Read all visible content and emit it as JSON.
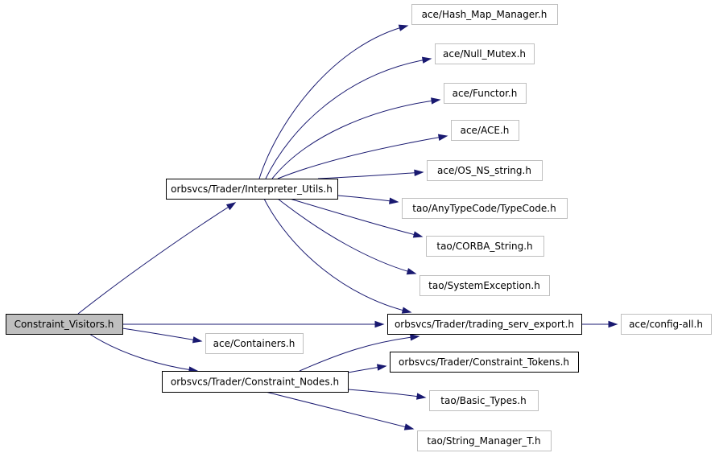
{
  "colors": {
    "edge": "#191970",
    "root_fill": "#bfbfbf",
    "root_border": "#000000",
    "documented_border": "#000000",
    "external_border": "#bfbfbf",
    "node_fill": "#ffffff"
  },
  "nodes": {
    "constraint_visitors": {
      "label": "Constraint_Visitors.h",
      "kind": "root"
    },
    "interpreter_utils": {
      "label": "orbsvcs/Trader/Interpreter_Utils.h",
      "kind": "documented"
    },
    "trading_serv_export": {
      "label": "orbsvcs/Trader/trading_serv_export.h",
      "kind": "documented"
    },
    "constraint_nodes": {
      "label": "orbsvcs/Trader/Constraint_Nodes.h",
      "kind": "documented"
    },
    "constraint_tokens": {
      "label": "orbsvcs/Trader/Constraint_Tokens.h",
      "kind": "documented"
    },
    "hash_map_manager": {
      "label": "ace/Hash_Map_Manager.h",
      "kind": "external"
    },
    "null_mutex": {
      "label": "ace/Null_Mutex.h",
      "kind": "external"
    },
    "functor": {
      "label": "ace/Functor.h",
      "kind": "external"
    },
    "ace_h": {
      "label": "ace/ACE.h",
      "kind": "external"
    },
    "os_ns_string": {
      "label": "ace/OS_NS_string.h",
      "kind": "external"
    },
    "typecode": {
      "label": "tao/AnyTypeCode/TypeCode.h",
      "kind": "external"
    },
    "corba_string": {
      "label": "tao/CORBA_String.h",
      "kind": "external"
    },
    "system_exception": {
      "label": "tao/SystemException.h",
      "kind": "external"
    },
    "config_all": {
      "label": "ace/config-all.h",
      "kind": "external"
    },
    "containers": {
      "label": "ace/Containers.h",
      "kind": "external"
    },
    "basic_types": {
      "label": "tao/Basic_Types.h",
      "kind": "external"
    },
    "string_manager": {
      "label": "tao/String_Manager_T.h",
      "kind": "external"
    }
  },
  "edges": [
    {
      "from": "constraint_visitors",
      "to": "interpreter_utils"
    },
    {
      "from": "constraint_visitors",
      "to": "trading_serv_export"
    },
    {
      "from": "constraint_visitors",
      "to": "containers"
    },
    {
      "from": "constraint_visitors",
      "to": "constraint_nodes"
    },
    {
      "from": "interpreter_utils",
      "to": "hash_map_manager"
    },
    {
      "from": "interpreter_utils",
      "to": "null_mutex"
    },
    {
      "from": "interpreter_utils",
      "to": "functor"
    },
    {
      "from": "interpreter_utils",
      "to": "ace_h"
    },
    {
      "from": "interpreter_utils",
      "to": "os_ns_string"
    },
    {
      "from": "interpreter_utils",
      "to": "typecode"
    },
    {
      "from": "interpreter_utils",
      "to": "corba_string"
    },
    {
      "from": "interpreter_utils",
      "to": "system_exception"
    },
    {
      "from": "interpreter_utils",
      "to": "trading_serv_export"
    },
    {
      "from": "trading_serv_export",
      "to": "config_all"
    },
    {
      "from": "constraint_nodes",
      "to": "trading_serv_export"
    },
    {
      "from": "constraint_nodes",
      "to": "constraint_tokens"
    },
    {
      "from": "constraint_nodes",
      "to": "basic_types"
    },
    {
      "from": "constraint_nodes",
      "to": "string_manager"
    }
  ]
}
